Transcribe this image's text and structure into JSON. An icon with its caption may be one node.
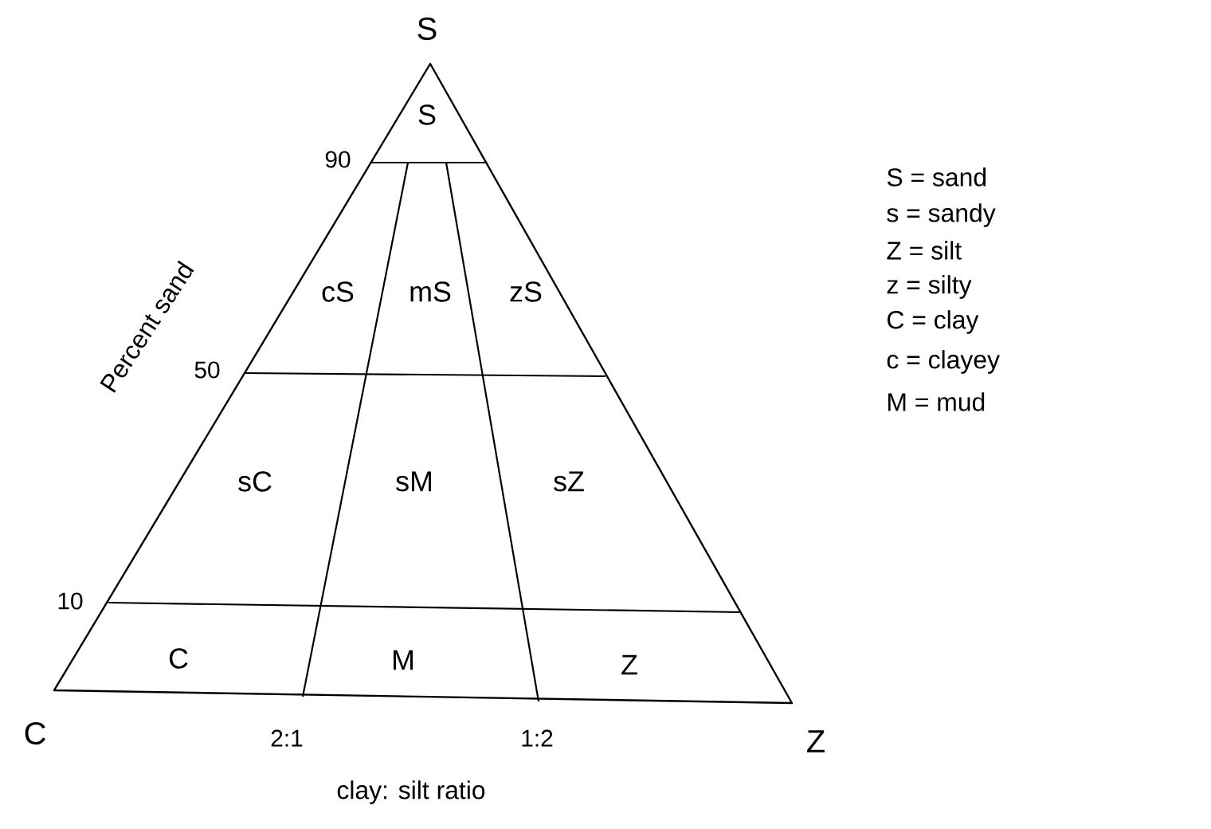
{
  "diagram": {
    "labels": [
      "S",
      "S",
      "90",
      "Percent sand",
      "cS",
      "mS",
      "zS",
      "50",
      "sC",
      "sM",
      "sZ",
      "10",
      "C",
      "M",
      "Z",
      "C",
      "2:1",
      "1:2",
      "Z",
      "clay: silt ratio",
      "S = sand",
      "s = sandy",
      "Z = silt",
      "z = silty",
      "C = clay",
      "c = clayey",
      "M = mud"
    ]
  }
}
